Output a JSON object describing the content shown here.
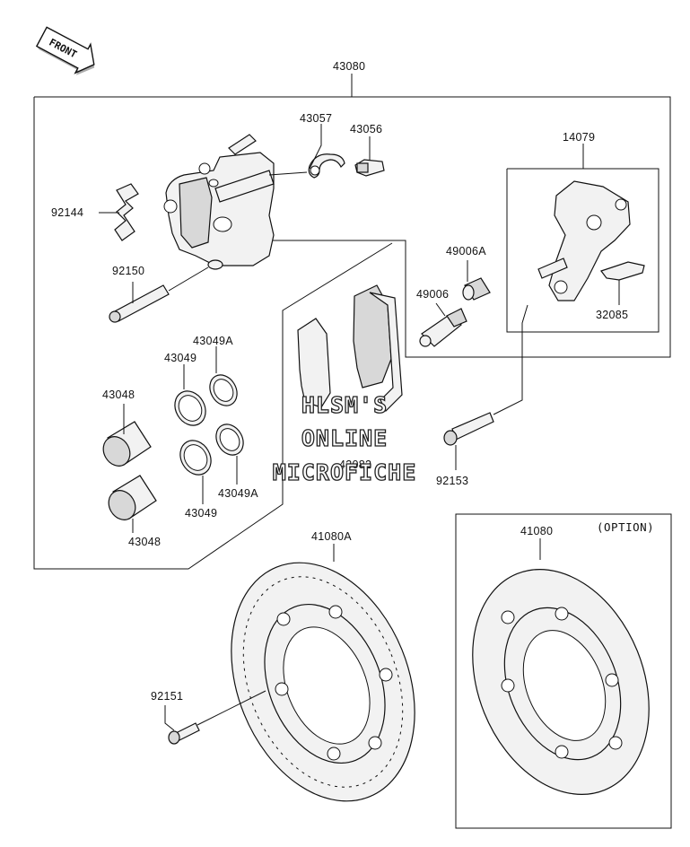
{
  "front_arrow": {
    "label": "FRONT"
  },
  "labels": {
    "p43080": "43080",
    "p43057": "43057",
    "p43056": "43056",
    "p14079": "14079",
    "p92144": "92144",
    "p49006A": "49006A",
    "p92150": "92150",
    "p49006": "49006",
    "p32085": "32085",
    "p43049A_top": "43049A",
    "p43049_top": "43049",
    "p43048_top": "43048",
    "p43082": "43082",
    "p92153": "92153",
    "p43049A_bot": "43049A",
    "p43049_bot": "43049",
    "p43048_bot": "43048",
    "p41080A": "41080A",
    "p41080": "41080",
    "option": "(OPTION)",
    "p92151": "92151"
  },
  "watermark": {
    "line1": "HLSM'S",
    "line2": "ONLINE",
    "line3": "MICROFICHE"
  }
}
